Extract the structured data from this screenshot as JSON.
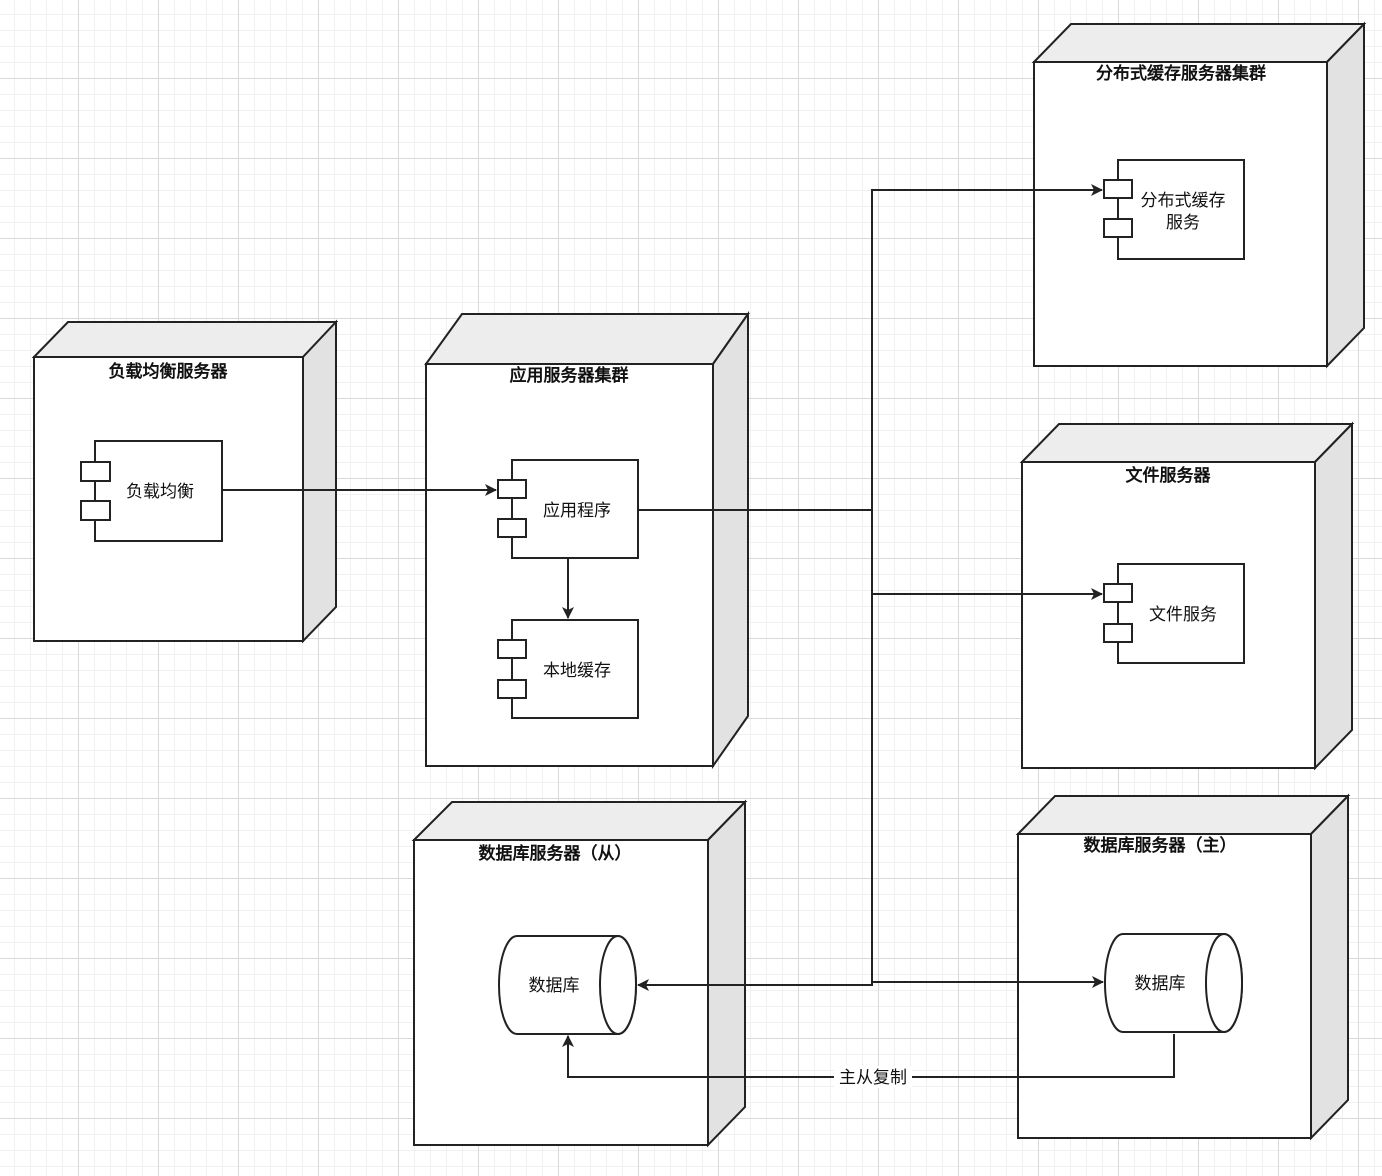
{
  "nodes": {
    "load_balancer": {
      "title": "负载均衡服务器",
      "component": "负载均衡"
    },
    "app_cluster": {
      "title": "应用服务器集群",
      "component_app": "应用程序",
      "component_cache": "本地缓存"
    },
    "cache_cluster": {
      "title": "分布式缓存服务器集群",
      "component_line1": "分布式缓存",
      "component_line2": "服务"
    },
    "file_server": {
      "title": "文件服务器",
      "component": "文件服务"
    },
    "db_slave": {
      "title": "数据库服务器（从）",
      "database": "数据库"
    },
    "db_master": {
      "title": "数据库服务器（主）",
      "database": "数据库"
    }
  },
  "edges": {
    "replication_label": "主从复制"
  }
}
